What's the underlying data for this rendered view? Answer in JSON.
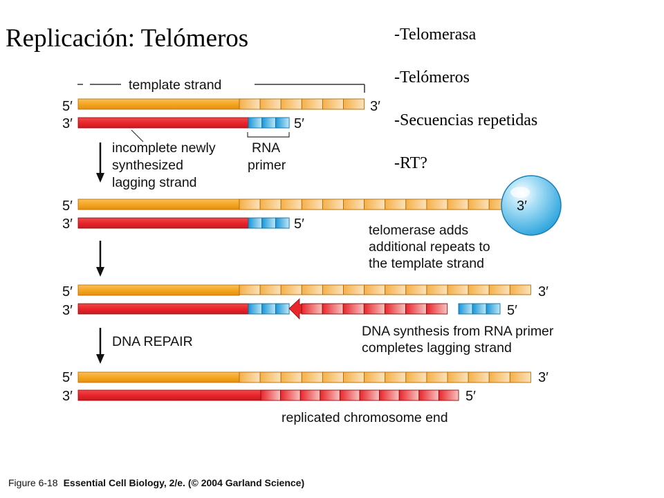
{
  "slide": {
    "title": "Replicación: Telómeros",
    "bullets": [
      "-Telomerasa",
      "-Telómeros",
      "-Secuencias repetidas",
      "-RT?"
    ]
  },
  "figure": {
    "caption_number": "Figure 6-18",
    "caption_book": "Essential Cell Biology, 2/e. (© 2004 Garland Science)",
    "end_labels": {
      "five_prime": "5′",
      "three_prime": "3′"
    },
    "labels": {
      "template_strand": "template strand",
      "incomplete_1": "incomplete newly",
      "incomplete_2": "synthesized",
      "incomplete_3": "lagging strand",
      "rna_1": "RNA",
      "rna_2": "primer",
      "telomerase_1": "telomerase adds",
      "telomerase_2": "additional repeats to",
      "telomerase_3": "the template strand",
      "dna_repair": "DNA REPAIR",
      "synthesis_1": "DNA synthesis from RNA primer",
      "synthesis_2": "completes lagging strand",
      "replicated_end": "replicated chromosome end"
    },
    "colors": {
      "template": "#f5a623",
      "repeat_fill": "#f8d29a",
      "lagging": "#e8262c",
      "rna_primer": "#2ea8e0",
      "telomerase": "#7fcdf0"
    }
  }
}
